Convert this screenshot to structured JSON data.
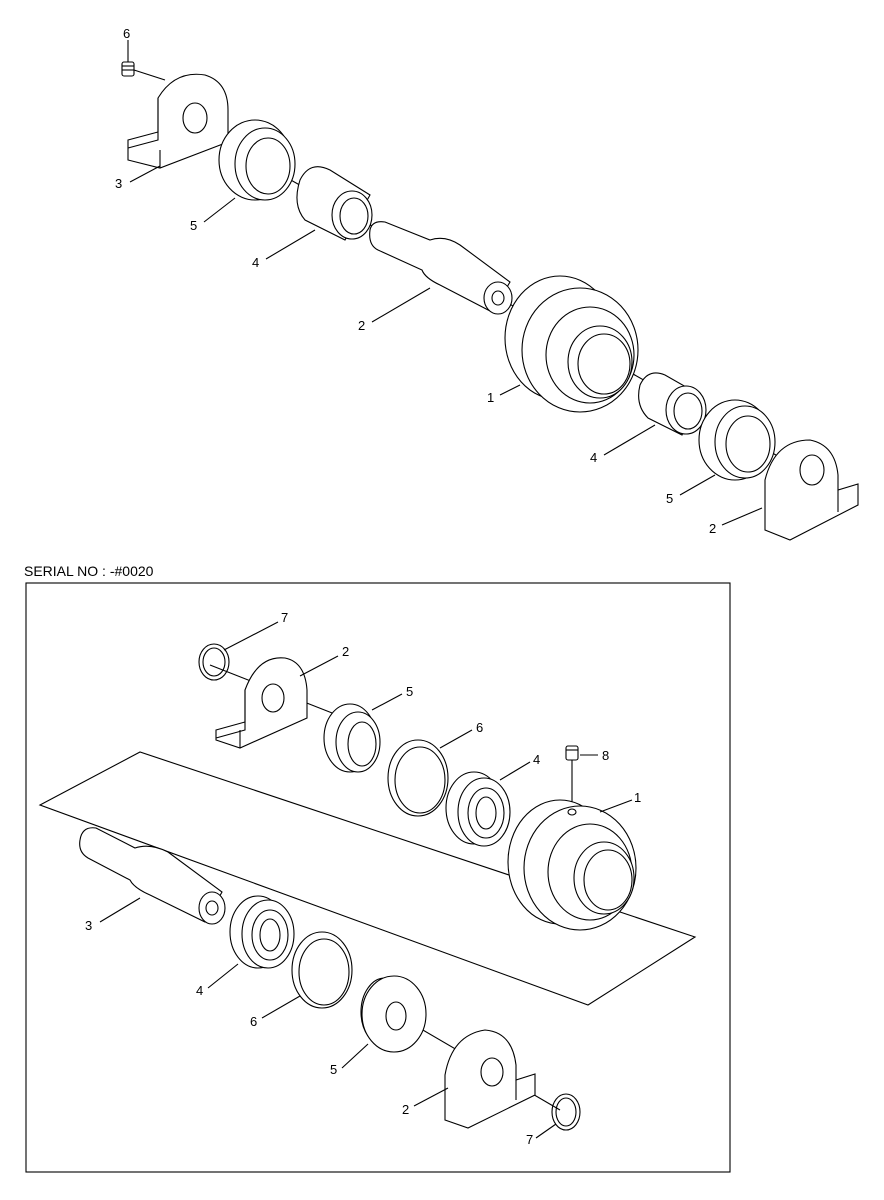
{
  "upper": {
    "callouts": [
      "6",
      "3",
      "5",
      "4",
      "2",
      "1",
      "4",
      "5",
      "2"
    ]
  },
  "lower": {
    "section_title": "SERIAL NO : -#0020",
    "callouts": [
      "7",
      "2",
      "5",
      "6",
      "4",
      "8",
      "1",
      "3",
      "4",
      "6",
      "5",
      "2",
      "7"
    ]
  }
}
